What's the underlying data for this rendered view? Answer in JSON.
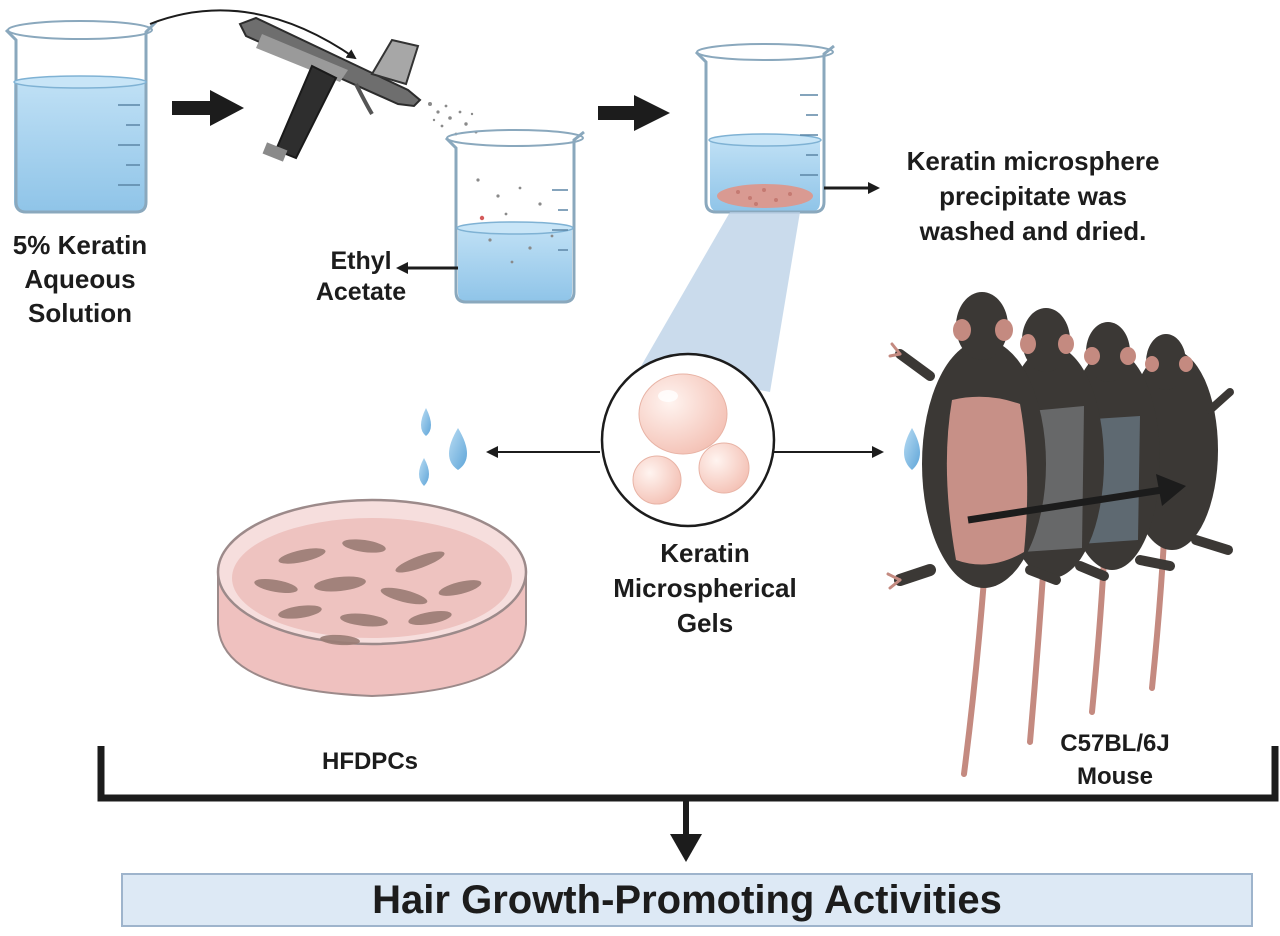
{
  "labels": {
    "keratin_solution": [
      "5% Keratin",
      "Aqueous",
      "Solution"
    ],
    "ethyl_acetate": [
      "Ethyl",
      "Acetate"
    ],
    "precipitate": [
      "Keratin microsphere",
      "precipitate was",
      "washed and dried."
    ],
    "gels": [
      "Keratin",
      "Microspherical",
      "Gels"
    ],
    "hfdpcs": "HFDPCs",
    "mouse": [
      "C57BL/6J",
      "Mouse"
    ]
  },
  "result": "Hair Growth-Promoting Activities",
  "colors": {
    "water": "#a9d2ee",
    "glass": "#eef4f8",
    "microsphere": "#f7d2c8",
    "dish_medium": "#f0c4c2",
    "mouse_fur": "#3b3835",
    "mouse_skin": "#c79087",
    "banner": "#dde9f5",
    "arrow": "#1c1c1c"
  }
}
